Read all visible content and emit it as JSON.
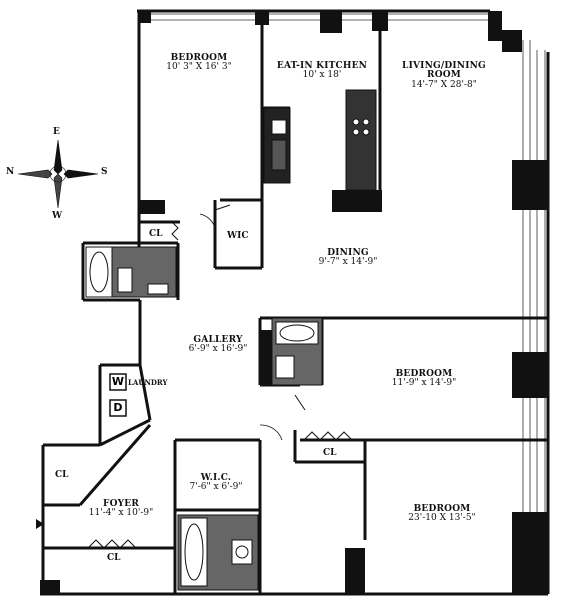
{
  "rooms": {
    "bedroom1": {
      "name": "BEDROOM",
      "dims": "10' 3\" X 16' 3\""
    },
    "kitchen": {
      "name": "EAT-IN KITCHEN",
      "dims": "10' x 18'"
    },
    "living": {
      "name": "LIVING/DINING",
      "name2": "ROOM",
      "dims": "14'-7\" X 28'-8\""
    },
    "dining": {
      "name": "DINING",
      "dims": "9'-7\" x 14'-9\""
    },
    "gallery": {
      "name": "GALLERY",
      "dims": "6'-9\" x 16'-9\""
    },
    "bedroom2": {
      "name": "BEDROOM",
      "dims": "11'-9\" x 14'-9\""
    },
    "wic2": {
      "name": "W.I.C.",
      "dims": "7'-6\" x 6'-9\""
    },
    "foyer": {
      "name": "FOYER",
      "dims": "11'-4\" x 10'-9\""
    },
    "bedroom3": {
      "name": "BEDROOM",
      "dims": "23'-10 X 13'-5\""
    }
  },
  "closets": {
    "cl1": "CL",
    "wic1": "WIC",
    "cl2": "CL",
    "cl3": "CL",
    "cl4": "CL"
  },
  "laundry": {
    "label": "LAUNDRY",
    "washer": "W",
    "dryer": "D"
  },
  "compass": {
    "n": "N",
    "s": "S",
    "e": "E",
    "w": "W"
  }
}
